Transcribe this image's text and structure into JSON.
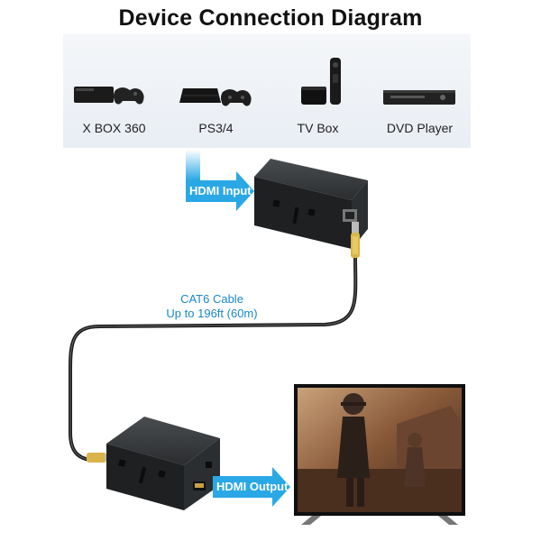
{
  "title": "Device Connection Diagram",
  "devices": [
    {
      "label": "X BOX 360",
      "icon": "xbox-console-icon"
    },
    {
      "label": "PS3/4",
      "icon": "playstation-console-icon"
    },
    {
      "label": "TV Box",
      "icon": "tv-box-icon"
    },
    {
      "label": "DVD Player",
      "icon": "dvd-player-icon"
    }
  ],
  "hdmi_input_label": "HDMI Input",
  "hdmi_output_label": "HDMI Output",
  "cable": {
    "line1": "CAT6 Cable",
    "line2": "Up to 196ft (60m)"
  },
  "colors": {
    "arrow": "#2aa8e6",
    "cable_text": "#1a87c8",
    "box": "#222426"
  }
}
